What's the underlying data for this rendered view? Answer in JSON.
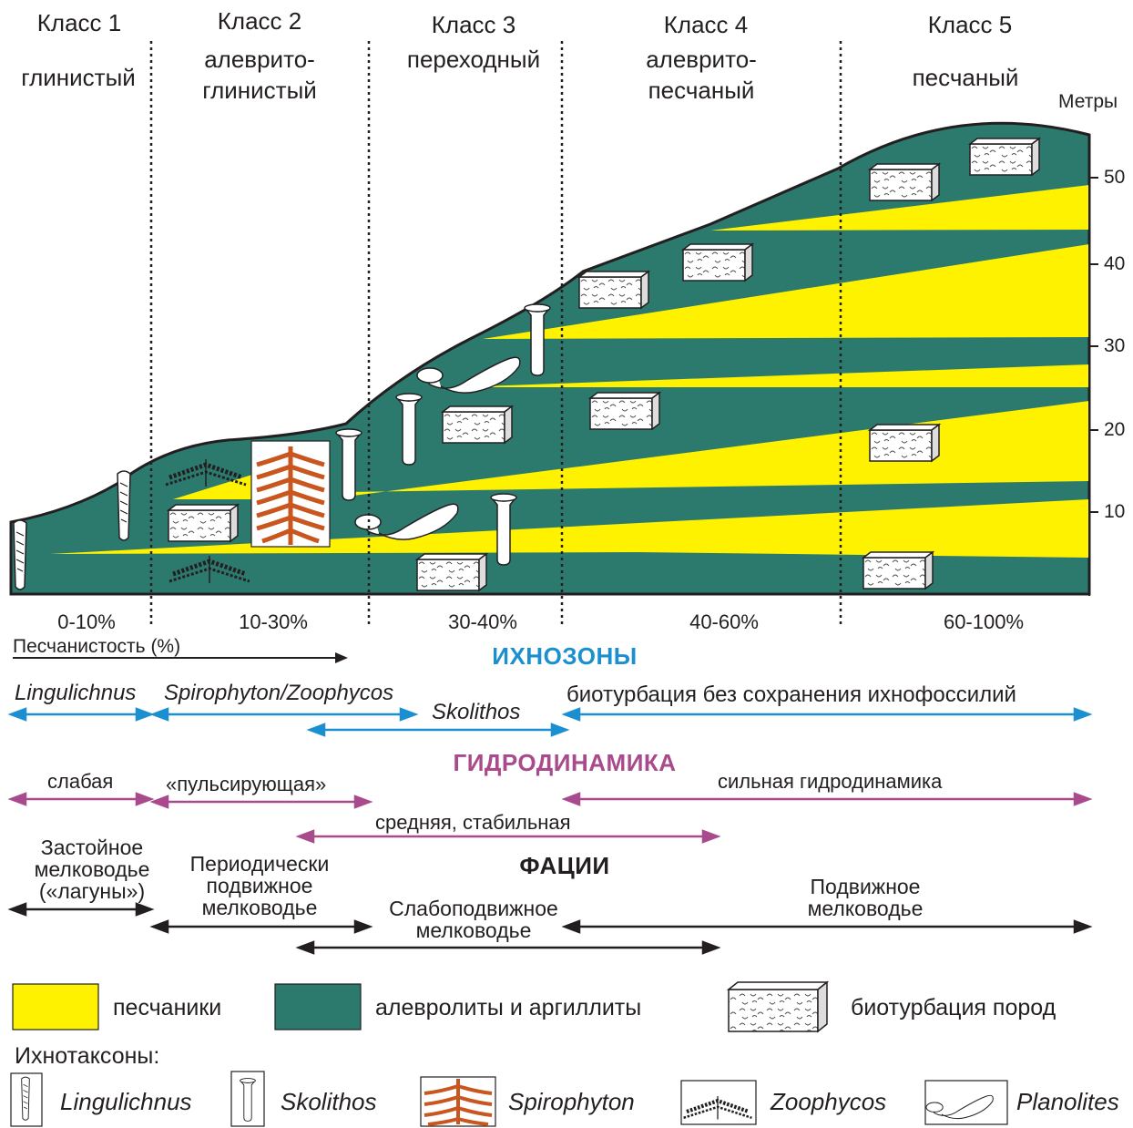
{
  "classes": [
    {
      "title": "Класс 1",
      "lithology": "глинистый"
    },
    {
      "title": "Класс 2",
      "lithology_line1": "алеврито-",
      "lithology_line2": "глинистый"
    },
    {
      "title": "Класс 3",
      "lithology": "переходный"
    },
    {
      "title": "Класс 4",
      "lithology_line1": "алеврито-",
      "lithology_line2": "песчаный"
    },
    {
      "title": "Класс 5",
      "lithology": "песчаный"
    }
  ],
  "axis": {
    "label": "Метры",
    "ticks": [
      "50",
      "40",
      "30",
      "20",
      "10"
    ]
  },
  "sandiness": {
    "ranges": [
      "0-10%",
      "10-30%",
      "30-40%",
      "40-60%",
      "60-100%"
    ],
    "label": "Песчанистость (%)"
  },
  "ichnozones": {
    "header": "ИХНОЗОНЫ",
    "items": [
      "Lingulichnus",
      "Spirophyton/Zoophycos",
      "Skolithos",
      "биотурбация без сохранения ихнофоссилий"
    ]
  },
  "hydrodynamics": {
    "header": "ГИДРОДИНАМИКА",
    "items": [
      "слабая",
      "«пульсирующая»",
      "сильная гидродинамика",
      "средняя, стабильная"
    ]
  },
  "facies": {
    "header": "ФАЦИИ",
    "stagnant": [
      "Застойное",
      "мелководье",
      "(«лагуны»)"
    ],
    "periodic": [
      "Периодически",
      "подвижное",
      "мелководье"
    ],
    "weakly_mobile": [
      "Слабоподвижное",
      "мелководье"
    ],
    "mobile": [
      "Подвижное",
      "мелководье"
    ]
  },
  "legend": {
    "sandstone": "песчаники",
    "siltstone": "алевролиты и аргиллиты",
    "bioturbation": "биотурбация пород",
    "ichnotaxa_label": "Ихнотаксоны:",
    "taxa": [
      "Lingulichnus",
      "Skolithos",
      "Spirophyton",
      "Zoophycos",
      "Planolites"
    ]
  },
  "colors": {
    "sandstone": "#fff200",
    "siltstone": "#2c7a6e",
    "ichno_arrows": "#1b8fd0",
    "hydro_arrows": "#a94a8c",
    "facies_arrows": "#231f20",
    "spirophyton": "#c8561e"
  }
}
